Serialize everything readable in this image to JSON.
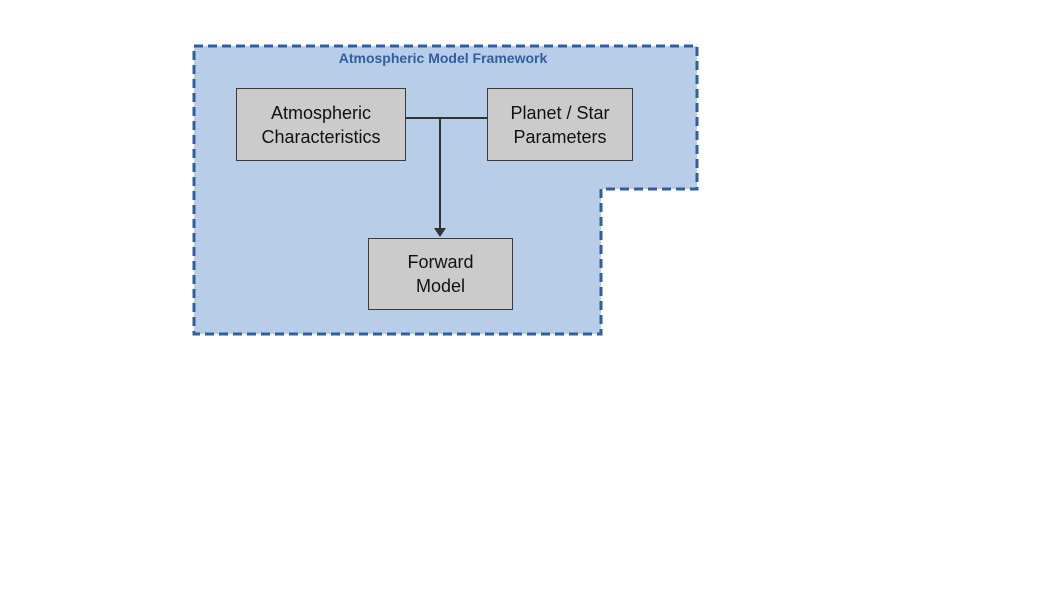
{
  "framework": {
    "title": "Atmospheric Model Framework",
    "fill_color": "#b8cde7",
    "border_color": "#2f5f9f"
  },
  "nodes": {
    "atmospheric_characteristics": {
      "line1": "Atmospheric",
      "line2": "Characteristics"
    },
    "planet_star_parameters": {
      "line1": "Planet / Star",
      "line2": "Parameters"
    },
    "forward_model": {
      "line1": "Forward",
      "line2": "Model"
    }
  },
  "colors": {
    "node_fill": "#cbcbcb",
    "connector": "#333333"
  }
}
